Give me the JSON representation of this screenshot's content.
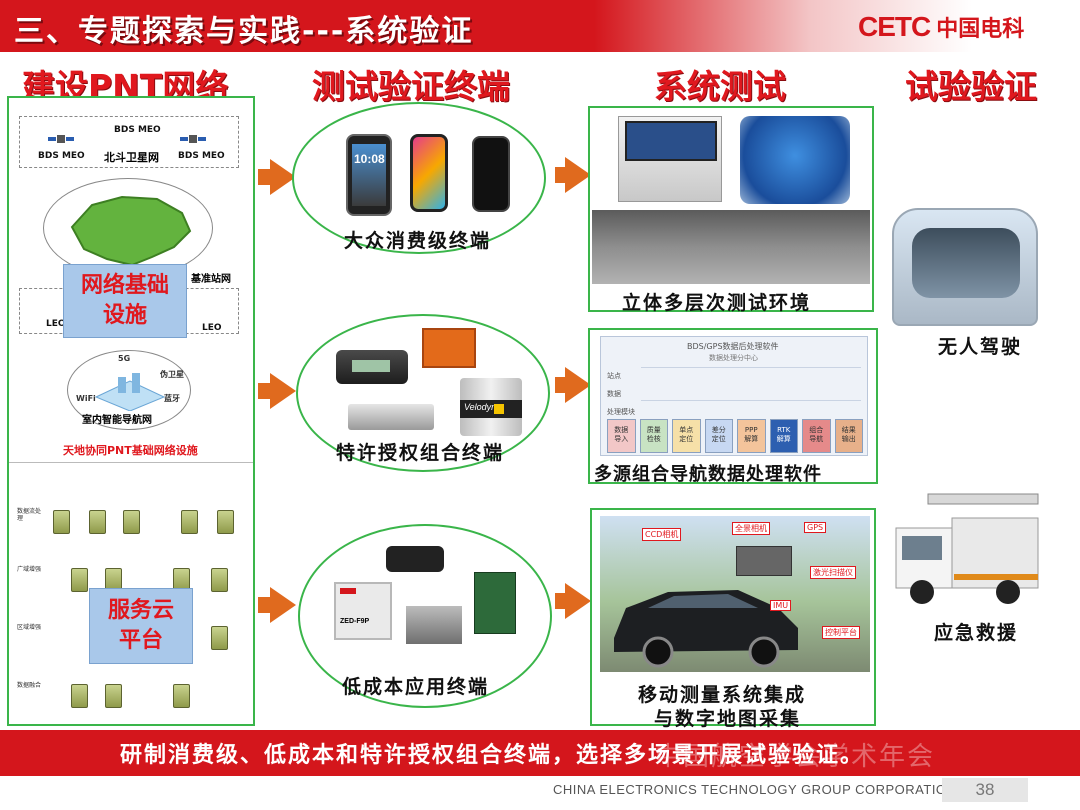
{
  "header": {
    "title": "三、专题探索与实践---系统验证",
    "logo_mark": "CETC",
    "logo_text": "中国电科"
  },
  "columns": {
    "build": "建设PNT网络",
    "terminals": "测试验证终端",
    "testing": "系统测试",
    "validation": "试验验证"
  },
  "left_panel": {
    "infra": {
      "sat_labels": [
        "BDS MEO",
        "BDS MEO",
        "BDS MEO"
      ],
      "beidou_net": "北斗卫星网",
      "base_station": "基准站网",
      "leo_labels": [
        "LEO",
        "LEO"
      ],
      "indoor_labels": [
        "5G",
        "伪卫星",
        "WiFi",
        "蓝牙"
      ],
      "indoor_net": "室内智能导航网",
      "overlay": [
        "网络基础",
        "设施"
      ],
      "caption": "天地协同PNT基础网络设施"
    },
    "cloud": {
      "overlay": [
        "服务云",
        "平台"
      ],
      "side_labels": [
        "数据流处理",
        "广域增强",
        "区域增强",
        "数据融合"
      ]
    }
  },
  "terminals": {
    "consumer": {
      "caption": "大众消费级终端",
      "phone_time": "10:08"
    },
    "licensed": {
      "caption": "特许授权组合终端",
      "brand": "Velodyne"
    },
    "lowcost": {
      "caption": "低成本应用终端",
      "chip": "ZED-F9P"
    }
  },
  "testing": {
    "env": {
      "caption": "立体多层次测试环境"
    },
    "software": {
      "caption": "多源组合导航数据处理软件",
      "window_title": "BDS/GPS数据后处理软件",
      "subtitle": "数据处理分中心",
      "row_labels": [
        "站点",
        "数据",
        "处理模块"
      ],
      "modules": [
        "数据\n导入",
        "质量\n检核",
        "单点\n定位",
        "差分\n定位",
        "PPP\n解算",
        "RTK\n解算",
        "组合\n导航",
        "结果\n输出"
      ]
    },
    "vehicle": {
      "caption": [
        "移动测量系统集成",
        "与数字地图采集"
      ],
      "callouts": [
        "CCD相机",
        "全景相机",
        "GPS",
        "激光扫描仪",
        "IMU",
        "控制平台"
      ]
    }
  },
  "validation": {
    "autonomous": "无人驾驶",
    "rescue": "应急救援"
  },
  "footer": {
    "text": "研制消费级、低成本和特许授权组合终端，选择多场景开展试验验证。",
    "watermark": "中国航空学会学术年会",
    "corporation": "CHINA ELECTRONICS TECHNOLOGY GROUP CORPORATION",
    "page": "38"
  },
  "colors": {
    "brand_red": "#d4161c",
    "frame_green": "#3ab54a",
    "arrow_orange": "#e06a1e",
    "overlay_blue": "#a9c8ea"
  }
}
